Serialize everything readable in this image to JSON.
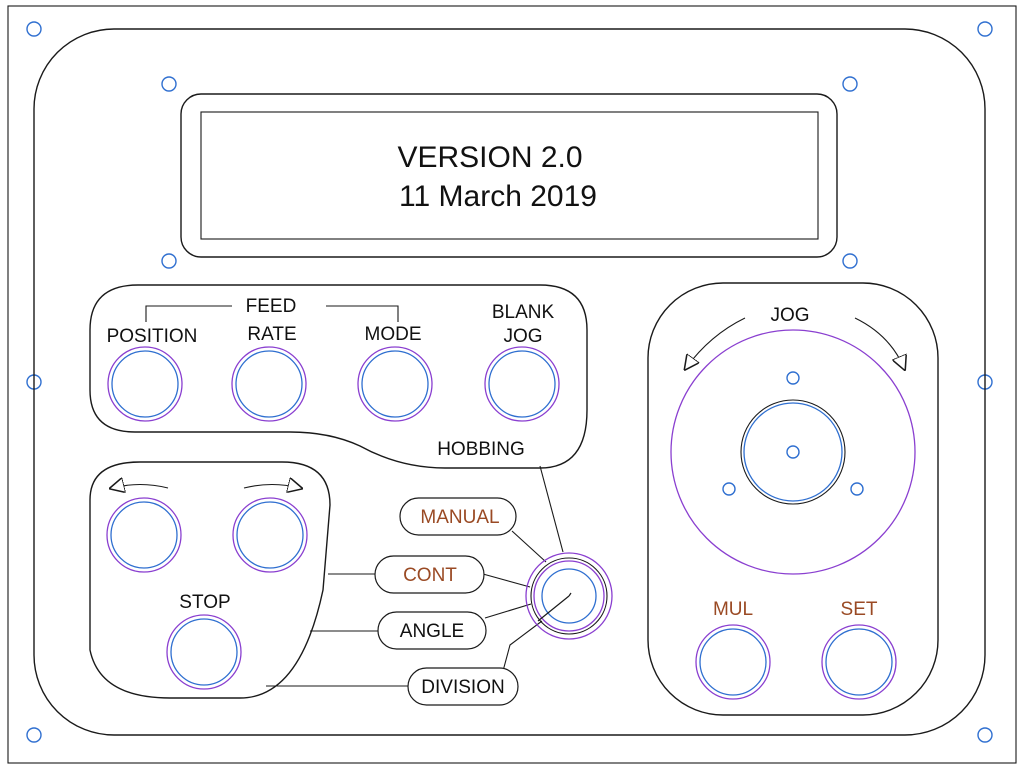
{
  "display": {
    "line1": "VERSION 2.0",
    "line2": "11 March 2019"
  },
  "buttons": {
    "feed_group": "FEED",
    "position": "POSITION",
    "rate": "RATE",
    "mode": "MODE",
    "blank": "BLANK",
    "jog": "JOG",
    "hobbing": "HOBBING",
    "stop": "STOP",
    "mul": "MUL",
    "set": "SET"
  },
  "jog_wheel": {
    "label": "JOG"
  },
  "selector": {
    "positions": [
      "MANUAL",
      "CONT",
      "ANGLE",
      "DIVISION"
    ]
  },
  "colors": {
    "outline": "#1a1a1a",
    "hole": "#2f6fd0",
    "ring_outer": "#8a3fd0",
    "selector_label": "#9a4a24"
  },
  "icons": [
    "arrow-ccw-icon",
    "arrow-cw-icon",
    "mounting-hole-icon"
  ]
}
